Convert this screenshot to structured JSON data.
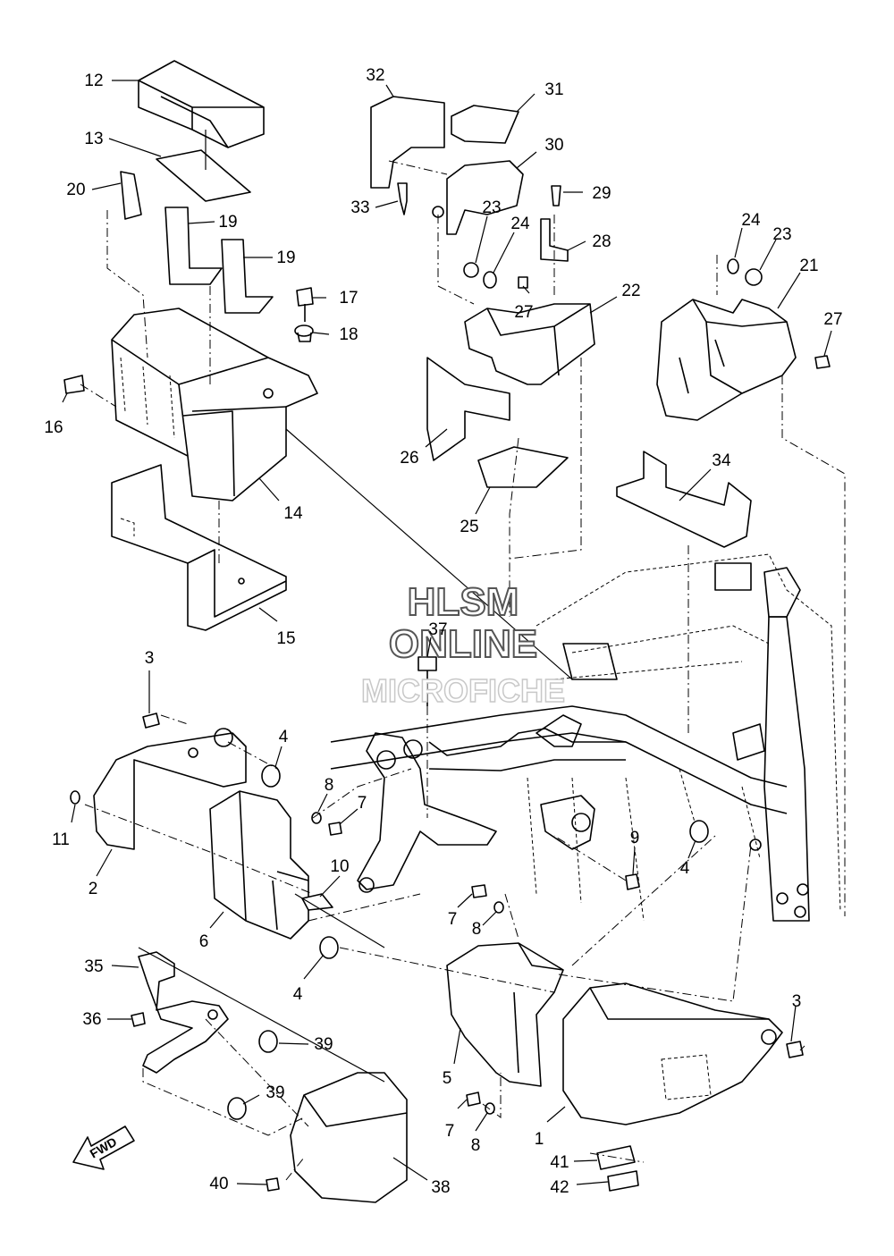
{
  "watermark": {
    "line1": "HLSM",
    "line2": "ONLINE",
    "line3": "MICROFICHE"
  },
  "fwd_label": "FWD",
  "callouts": {
    "c1": "1",
    "c2": "2",
    "c3a": "3",
    "c3b": "3",
    "c4a": "4",
    "c4b": "4",
    "c4c": "4",
    "c5": "5",
    "c6": "6",
    "c7a": "7",
    "c7b": "7",
    "c7c": "7",
    "c8a": "8",
    "c8b": "8",
    "c8c": "8",
    "c9": "9",
    "c10": "10",
    "c11": "11",
    "c12": "12",
    "c13": "13",
    "c14": "14",
    "c15": "15",
    "c16": "16",
    "c17": "17",
    "c18": "18",
    "c19a": "19",
    "c19b": "19",
    "c20": "20",
    "c21": "21",
    "c22": "22",
    "c23a": "23",
    "c23b": "23",
    "c24a": "24",
    "c24b": "24",
    "c25": "25",
    "c26": "26",
    "c27a": "27",
    "c27b": "27",
    "c28": "28",
    "c29": "29",
    "c30": "30",
    "c31": "31",
    "c32": "32",
    "c33": "33",
    "c34": "34",
    "c35": "35",
    "c36": "36",
    "c37": "37",
    "c38": "38",
    "c39a": "39",
    "c39b": "39",
    "c40": "40",
    "c41": "41",
    "c42": "42"
  }
}
